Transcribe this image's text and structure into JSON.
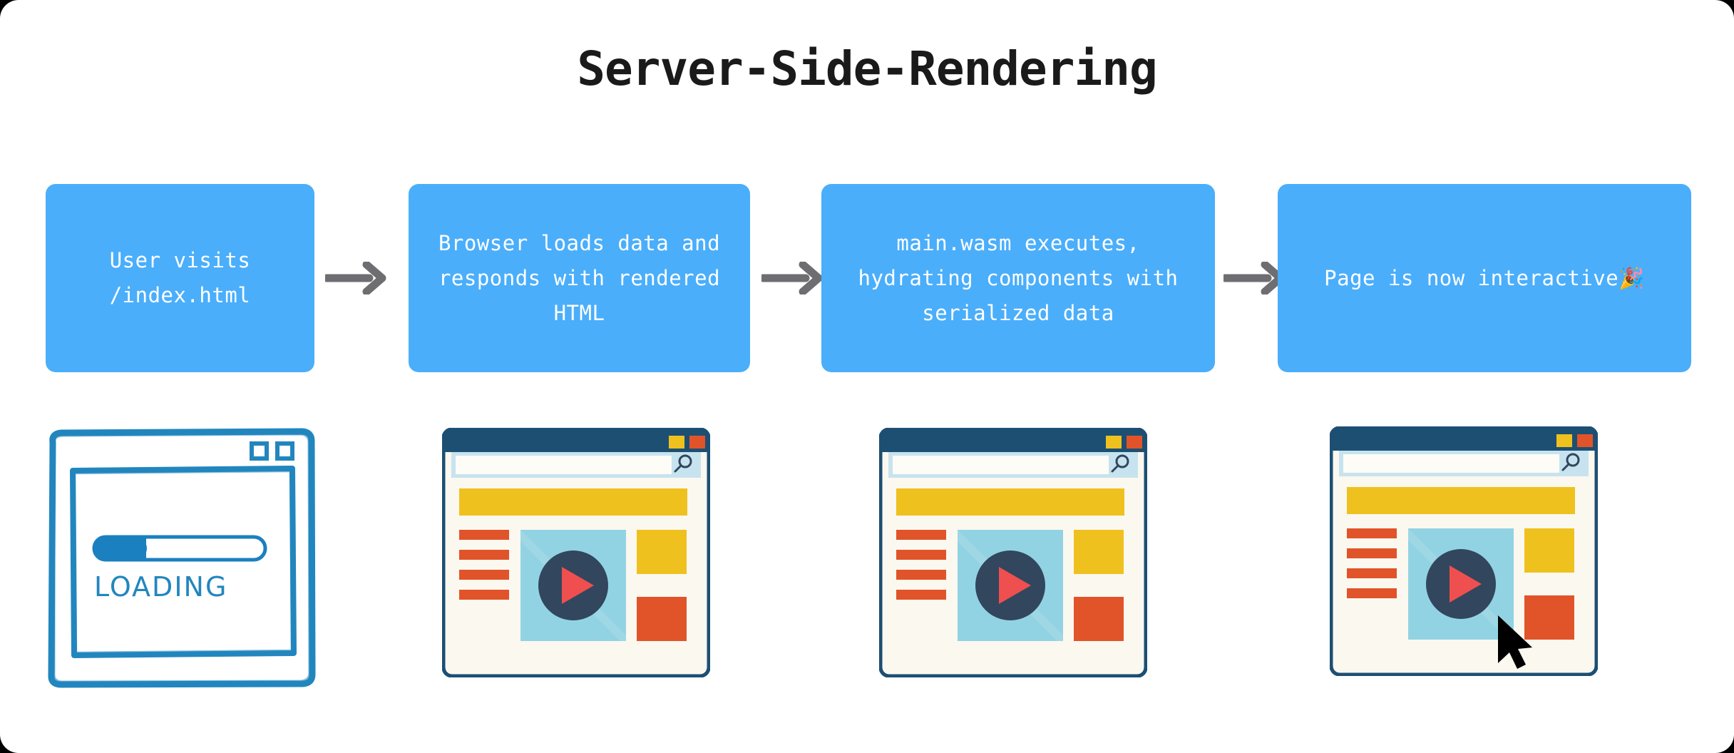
{
  "page": {
    "title": "Server-Side-Rendering",
    "background": "#ffffff",
    "accent": "#4aaefb",
    "arrow_color": "#6e6e72"
  },
  "flow": {
    "steps": [
      {
        "id": "step-1",
        "text": "User visits\n/index.html",
        "emoji": ""
      },
      {
        "id": "step-2",
        "text": "Browser loads data and\nresponds with rendered\nHTML",
        "emoji": ""
      },
      {
        "id": "step-3",
        "text": "main.wasm executes,\nhydrating components with\nserialized data",
        "emoji": ""
      },
      {
        "id": "step-4",
        "text": "Page is now interactive  ",
        "emoji": "🎉"
      }
    ],
    "arrow_glyph": "arrow-right-icon"
  },
  "illustrations": [
    {
      "id": "illus-loading",
      "kind": "sketch-browser",
      "label": "LOADING",
      "progress_percent": 30,
      "stroke_color": "#2286be",
      "fill_color": "#1a80c0"
    },
    {
      "id": "illus-rendered-1",
      "kind": "flat-browser",
      "cursor": false,
      "colors": {
        "titlebar": "#1d4f73",
        "searchbar_bg": "#c7e3ef",
        "page_bg": "#fbf8f0",
        "banner": "#efc11e",
        "bars": "#e1542a",
        "video_bg": "#92d3e3",
        "play_circle": "#32465e",
        "play_triangle": "#ef4f4f",
        "tile_yellow": "#efc11e",
        "tile_orange": "#e1542a",
        "btn_yellow": "#efc11e",
        "btn_red": "#e1542a"
      }
    },
    {
      "id": "illus-rendered-2",
      "kind": "flat-browser",
      "cursor": false,
      "colors": {
        "titlebar": "#1d4f73",
        "searchbar_bg": "#c7e3ef",
        "page_bg": "#fbf8f0",
        "banner": "#efc11e",
        "bars": "#e1542a",
        "video_bg": "#92d3e3",
        "play_circle": "#32465e",
        "play_triangle": "#ef4f4f",
        "tile_yellow": "#efc11e",
        "tile_orange": "#e1542a",
        "btn_yellow": "#efc11e",
        "btn_red": "#e1542a"
      }
    },
    {
      "id": "illus-interactive",
      "kind": "flat-browser",
      "cursor": true,
      "colors": {
        "titlebar": "#1d4f73",
        "searchbar_bg": "#c7e3ef",
        "page_bg": "#fbf8f0",
        "banner": "#efc11e",
        "bars": "#e1542a",
        "video_bg": "#92d3e3",
        "play_circle": "#32465e",
        "play_triangle": "#ef4f4f",
        "tile_yellow": "#efc11e",
        "tile_orange": "#e1542a",
        "btn_yellow": "#efc11e",
        "btn_red": "#e1542a",
        "cursor": "#000000"
      }
    }
  ]
}
